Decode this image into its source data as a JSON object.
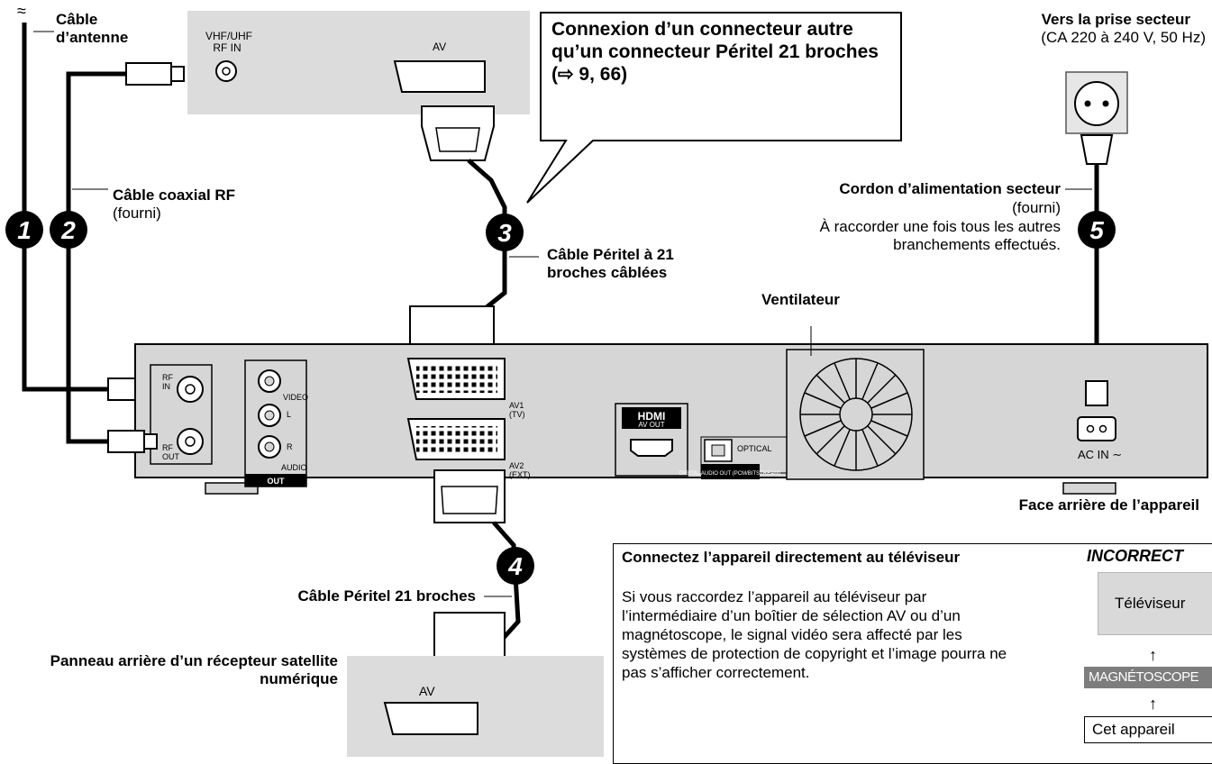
{
  "antenna": {
    "symbol": "≈",
    "label": "Câble d’antenne"
  },
  "tv_panel": {
    "rf_label": "VHF/UHF RF IN",
    "av_label": "AV"
  },
  "callout": {
    "text": "Connexion d’un connecteur autre qu’un connecteur Péritel 21 broches (⇨ 9, 66)"
  },
  "power": {
    "title": "Vers la prise secteur",
    "spec": "(CA 220 à 240 V, 50 Hz)",
    "cord_label": "Cordon d’alimentation secteur",
    "cord_supplied": "(fourni)",
    "note": "À raccorder une fois tous les autres branchements effectués."
  },
  "coax": {
    "label": "Câble coaxial RF",
    "supplied": "(fourni)"
  },
  "scart_wired": {
    "label": "Câble Péritel à 21 broches câblées"
  },
  "fan_label": "Ventilateur",
  "rear_label": "Face arrière de l’appareil",
  "device_panel": {
    "rf_in": "RF IN",
    "rf_out": "RF OUT",
    "video": "VIDEO",
    "l": "L",
    "r": "R",
    "audio": "AUDIO",
    "out": "OUT",
    "av1": "AV1 (TV)",
    "av2": "AV2 (EXT)",
    "hdmi_logo": "HDMI",
    "hdmi_label": "AV OUT",
    "optical": "OPTICAL",
    "digital_audio": "DIGITAL AUDIO OUT (PCM/BITSTREAM)",
    "ac_in": "AC IN ∼"
  },
  "scart21": {
    "label": "Câble Péritel 21 broches"
  },
  "satellite": {
    "label": "Panneau arrière d’un récepteur satellite numérique",
    "av_label": "AV"
  },
  "steps": [
    "1",
    "2",
    "3",
    "4",
    "5"
  ],
  "notice": {
    "title": "Connectez l’appareil directement au téléviseur",
    "body": "Si vous raccordez l’appareil au téléviseur par l’intermédiaire d’un boîtier de sélection AV ou d’un magnétoscope, le signal vidéo sera affecté par les systèmes de protection de copyright et l’image pourra ne pas s’afficher correctement."
  },
  "incorrect": {
    "title": "INCORRECT",
    "tv": "Téléviseur",
    "arrow": "↑",
    "vcr": "MAGNÉTOSCOPE",
    "unit": "Cet appareil"
  }
}
